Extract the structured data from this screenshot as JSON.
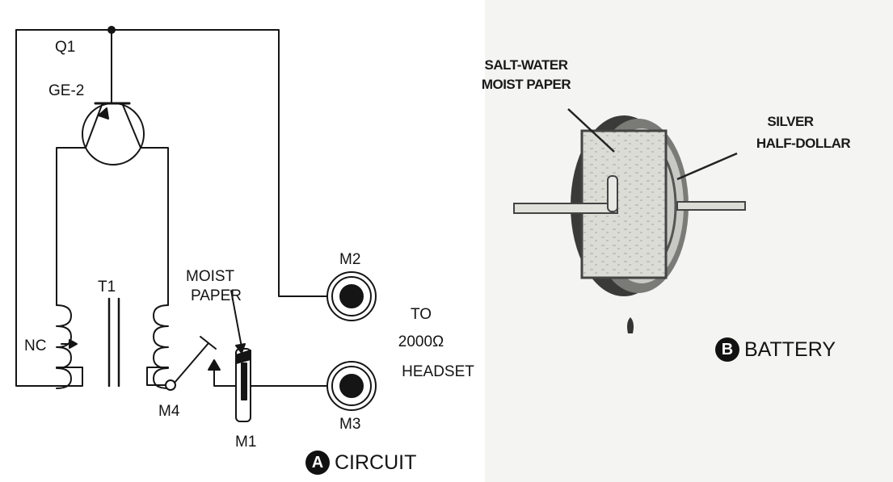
{
  "labels": {
    "q1": "Q1",
    "ge2": "GE-2",
    "t1": "T1",
    "nc": "NC",
    "moist_1": "MOIST",
    "moist_2": "PAPER",
    "m1": "M1",
    "m2": "M2",
    "m3": "M3",
    "m4": "M4",
    "to": "TO",
    "ohms": "2000Ω",
    "headset": "HEADSET"
  },
  "battery_labels": {
    "salt_1": "SALT-WATER",
    "salt_2": "MOIST PAPER",
    "silver_1": "SILVER",
    "silver_2": "HALF-DOLLAR"
  },
  "captions": {
    "a_letter": "A",
    "a_text": "CIRCUIT",
    "b_letter": "B",
    "b_text": "BATTERY"
  }
}
